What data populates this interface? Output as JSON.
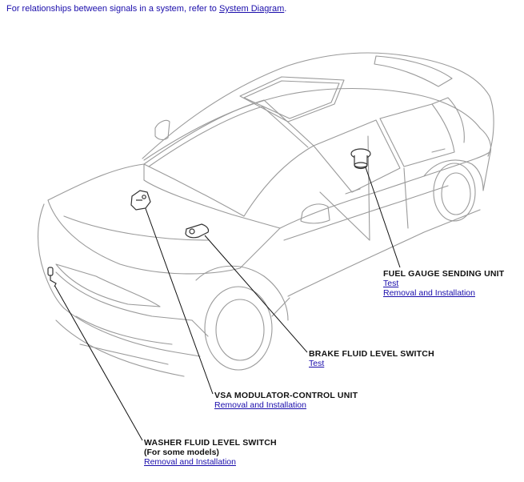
{
  "intro": {
    "text": "For relationships between signals in a system, refer to ",
    "link": "System Diagram",
    "suffix": "."
  },
  "callouts": {
    "fuel_gauge": {
      "title": "FUEL GAUGE SENDING UNIT",
      "links": [
        "Test",
        "Removal and Installation"
      ]
    },
    "brake_fluid": {
      "title": "BRAKE FLUID LEVEL SWITCH",
      "links": [
        "Test"
      ]
    },
    "vsa": {
      "title": "VSA MODULATOR-CONTROL UNIT",
      "links": [
        "Removal and Installation"
      ]
    },
    "washer_fluid": {
      "title": "WASHER FLUID LEVEL SWITCH",
      "subtitle": "(For some models)",
      "links": [
        "Removal and Installation"
      ]
    }
  },
  "colors": {
    "link": "#1a0dab",
    "line_art": "#9a9a9a",
    "leader": "#111111",
    "part": "#333333"
  },
  "icons": [
    "fuel-gauge-sending-unit-icon",
    "brake-fluid-level-switch-icon",
    "vsa-modulator-control-unit-icon",
    "washer-fluid-level-switch-icon"
  ]
}
